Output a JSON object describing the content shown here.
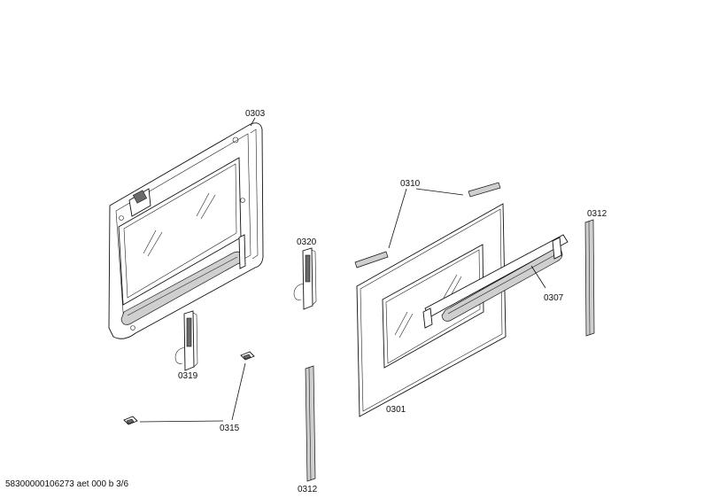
{
  "labels": {
    "p0303": "0303",
    "p0310": "0310",
    "p0312_top": "0312",
    "p0320": "0320",
    "p0307": "0307",
    "p0319": "0319",
    "p0301": "0301",
    "p0315": "0315",
    "p0312_bottom": "0312"
  },
  "footer": "58300000106273 aet 000 b 3/6"
}
